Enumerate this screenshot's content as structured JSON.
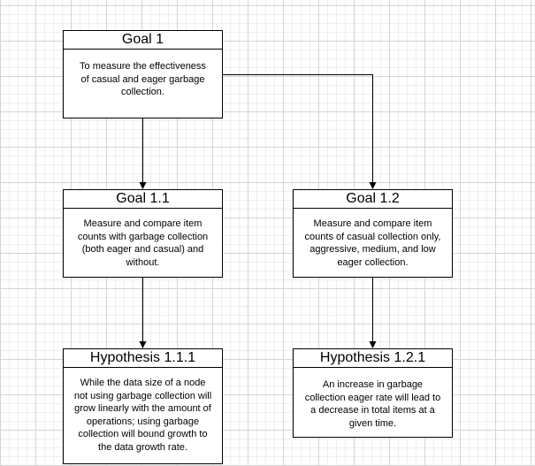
{
  "diagram": {
    "nodes": {
      "goal_1": {
        "title": "Goal 1",
        "text": "To measure the effectiveness of casual and eager garbage collection."
      },
      "goal_1_1": {
        "title": "Goal 1.1",
        "text": "Measure and compare item counts with garbage collection (both eager and casual) and without."
      },
      "goal_1_2": {
        "title": "Goal 1.2",
        "text": "Measure and compare item counts of casual collection only, aggressive, medium, and low eager collection."
      },
      "hypothesis_1_1_1": {
        "title": "Hypothesis 1.1.1",
        "text": "While the data size of a node not using garbage collection will grow linearly with the amount of operations; using garbage  collection will bound growth to the data growth rate."
      },
      "hypothesis_1_2_1": {
        "title": "Hypothesis 1.2.1",
        "text": "An increase in garbage collection eager rate will lead to a decrease in total items at a given time."
      }
    },
    "edges": [
      {
        "from": "goal_1",
        "to": "goal_1_1"
      },
      {
        "from": "goal_1",
        "to": "goal_1_2"
      },
      {
        "from": "goal_1_1",
        "to": "hypothesis_1_1_1"
      },
      {
        "from": "goal_1_2",
        "to": "hypothesis_1_2_1"
      }
    ],
    "colors": {
      "stroke": "#000000",
      "node_fill": "#ffffff",
      "grid_major": "#d4d4d4",
      "grid_minor": "#eeeeee"
    }
  }
}
